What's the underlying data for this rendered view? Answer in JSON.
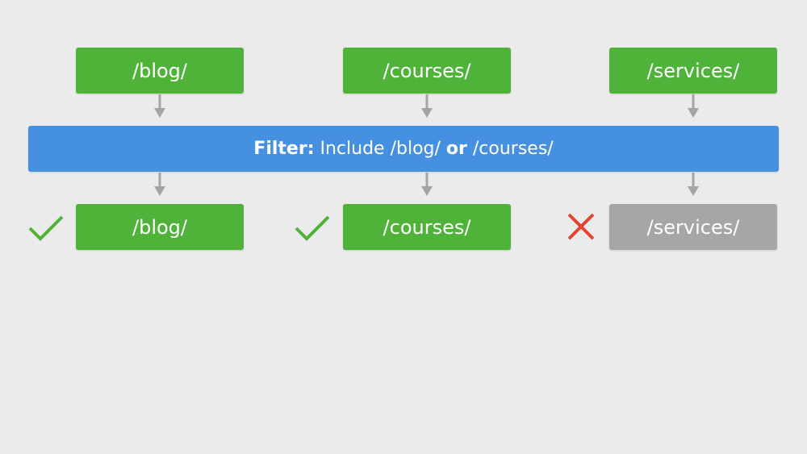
{
  "inputs": [
    {
      "label": "/blog/"
    },
    {
      "label": "/courses/"
    },
    {
      "label": "/services/"
    }
  ],
  "filter": {
    "prefix": "Filter:",
    "part1": "Include /blog/",
    "connector": "or",
    "part2": "/courses/"
  },
  "outputs": [
    {
      "label": "/blog/",
      "status": "included",
      "mark_icon": "check-icon"
    },
    {
      "label": "/courses/",
      "status": "included",
      "mark_icon": "check-icon"
    },
    {
      "label": "/services/",
      "status": "excluded",
      "mark_icon": "cross-icon"
    }
  ],
  "colors": {
    "included": "#4fb33a",
    "excluded_box": "#a6a6a6",
    "excluded_mark": "#e2452f",
    "filter": "#4590e0",
    "arrow": "#a4a4a4",
    "background": "#ebebeb"
  }
}
